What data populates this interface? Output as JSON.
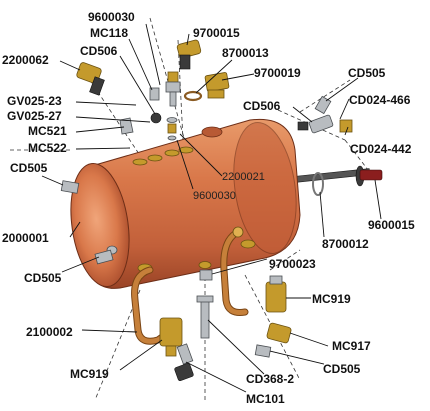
{
  "parts": [
    {
      "id": "p1",
      "code": "9600030"
    },
    {
      "id": "p2",
      "code": "9700015"
    },
    {
      "id": "p3",
      "code": "MC118"
    },
    {
      "id": "p4",
      "code": "CD506"
    },
    {
      "id": "p5",
      "code": "8700013"
    },
    {
      "id": "p6",
      "code": "2200062"
    },
    {
      "id": "p7",
      "code": "9700019"
    },
    {
      "id": "p8",
      "code": "CD505"
    },
    {
      "id": "p9",
      "code": "GV025-23"
    },
    {
      "id": "p10",
      "code": "CD506"
    },
    {
      "id": "p11",
      "code": "CD024-466"
    },
    {
      "id": "p12",
      "code": "GV025-27"
    },
    {
      "id": "p13",
      "code": "MC521"
    },
    {
      "id": "p14",
      "code": "MC522"
    },
    {
      "id": "p15",
      "code": "CD024-442"
    },
    {
      "id": "p16",
      "code": "CD505"
    },
    {
      "id": "p17",
      "code": "2200021"
    },
    {
      "id": "p18",
      "code": "9600030"
    },
    {
      "id": "p19",
      "code": "2000001"
    },
    {
      "id": "p20",
      "code": "9600015"
    },
    {
      "id": "p21",
      "code": "8700012"
    },
    {
      "id": "p22",
      "code": "CD505"
    },
    {
      "id": "p23",
      "code": "9700023"
    },
    {
      "id": "p24",
      "code": "MC919"
    },
    {
      "id": "p25",
      "code": "2100002"
    },
    {
      "id": "p26",
      "code": "MC917"
    },
    {
      "id": "p27",
      "code": "MC919"
    },
    {
      "id": "p28",
      "code": "CD505"
    },
    {
      "id": "p29",
      "code": "CD368-2"
    },
    {
      "id": "p30",
      "code": "MC101"
    }
  ]
}
